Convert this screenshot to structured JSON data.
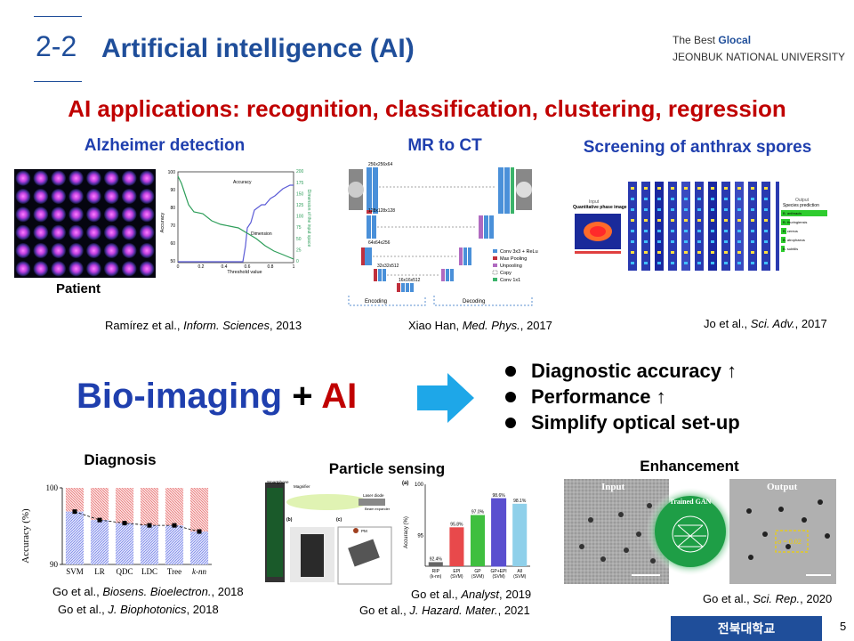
{
  "header": {
    "section_number": "2-2",
    "title": "Artificial intelligence (AI)",
    "university_line1_prefix": "The Best ",
    "university_line1_brand": "Glocal",
    "university_line2": "JEONBUK NATIONAL UNIVERSITY"
  },
  "applications_heading": "AI applications: recognition, classification, clustering, regression",
  "panels": [
    {
      "title": "Alzheimer detection",
      "caption": "Patient",
      "ref_prefix": "Ramírez et al., ",
      "ref_journal": "Inform. Sciences",
      "ref_suffix": ", 2013",
      "chart": {
        "ylabel": "Accuracy",
        "y2label": "Dimension of the input space",
        "xlabel": "Threshold value",
        "accuracy_label": "Accuracy",
        "dimension_label": "Dimension",
        "xticks": [
          "0",
          "0.2",
          "0.4",
          "0.6",
          "0.8",
          "1"
        ],
        "yticks": [
          "50",
          "60",
          "70",
          "80",
          "90",
          "100"
        ],
        "y2ticks": [
          "0",
          "25",
          "50",
          "75",
          "100",
          "125",
          "150",
          "175",
          "200"
        ]
      }
    },
    {
      "title": "MR to CT",
      "ref_prefix": "Xiao Han, ",
      "ref_journal": "Med. Phys.",
      "ref_suffix": ", 2017",
      "net": {
        "sizes": [
          "256x256x64",
          "128x128x128",
          "64x64x256",
          "32x32x512",
          "16x16x512"
        ],
        "legend": [
          "Conv 3x3 + ReLu",
          "Max Pooling",
          "Unpooling",
          "Copy",
          "Conv 1x1"
        ],
        "encoding": "Encoding",
        "decoding": "Decoding"
      }
    },
    {
      "title": "Screening of anthrax spores",
      "ref_prefix": "Jo et al., ",
      "ref_journal": "Sci. Adv.",
      "ref_suffix": ", 2017",
      "net": {
        "input_label": "Input",
        "input_sub": "Quantitative phase image",
        "output_label": "Output",
        "output_sub": "Species prediction",
        "species": [
          "B. anthracis",
          "B. thuringiensis",
          "B. cereus",
          "B. atrophaeus",
          "B. subtilis"
        ]
      }
    }
  ],
  "main_statement": {
    "part1": "Bio-imaging",
    "part2": " + ",
    "part3": "AI"
  },
  "benefits": [
    "Diagnostic accuracy ↑",
    "Performance ↑",
    "Simplify optical set-up"
  ],
  "bottom": {
    "diagnosis": {
      "title": "Diagnosis",
      "chart_data": {
        "type": "bar",
        "categories": [
          "SVM",
          "LR",
          "QDC",
          "LDC",
          "Tree",
          "k-nn"
        ],
        "values": [
          96.9,
          95.8,
          95.4,
          95.1,
          95.1,
          94.3
        ],
        "ylabel": "Accuracy (%)",
        "ylim": [
          90,
          100
        ],
        "yticks": [
          "90",
          "100"
        ]
      },
      "refs": [
        {
          "prefix": "Go et al., ",
          "journal": "Biosens. Bioelectron.",
          "suffix": ", 2018"
        },
        {
          "prefix": "Go et al., ",
          "journal": "J. Biophotonics",
          "suffix": ", 2018"
        }
      ]
    },
    "particle": {
      "title": "Particle sensing",
      "setup_labels": [
        "Smartphone",
        "Magnifier",
        "Laser diode",
        "Beam expander",
        "PM"
      ],
      "panel_labels": [
        "(a)",
        "(b)",
        "(c)"
      ],
      "chart_data": {
        "type": "bar",
        "categories": [
          "RIP (k-nn)",
          "EPI (SVM)",
          "GP (SVM)",
          "GP+EPI (SVM)",
          "All (SVM)"
        ],
        "values": [
          92.4,
          95.8,
          97.0,
          98.6,
          98.1
        ],
        "value_labels": [
          "92.4%",
          "95.8%",
          "97.0%",
          "98.6%",
          "98.1%"
        ],
        "colors": [
          "#666666",
          "#e8494b",
          "#3fbf3f",
          "#5a4fcf",
          "#8fd0ea"
        ],
        "ylabel": "Accuracy (%)",
        "ylim": [
          92,
          100
        ],
        "yticks": [
          "95",
          "100"
        ]
      },
      "refs": [
        {
          "prefix": "Go et al., ",
          "journal": "Analyst",
          "suffix": ", 2019"
        },
        {
          "prefix": "Go et al., ",
          "journal": "J. Hazard. Mater.",
          "suffix": ", 2021"
        }
      ]
    },
    "enhancement": {
      "title": "Enhancement",
      "input_label": "Input",
      "gan_label": "Trained GAN",
      "output_label": "Output",
      "sigma_label": "σ = 0.02",
      "refs": [
        {
          "prefix": "Go et al., ",
          "journal": "Sci. Rep.",
          "suffix": ", 2020"
        }
      ]
    }
  },
  "footer": {
    "badge": "전북대학교",
    "page": "5"
  },
  "colors": {
    "brand_blue": "#1f4e9a",
    "accent_red": "#c00000",
    "title_blue": "#1f3fae",
    "arrow_cyan": "#1ea7e8"
  }
}
